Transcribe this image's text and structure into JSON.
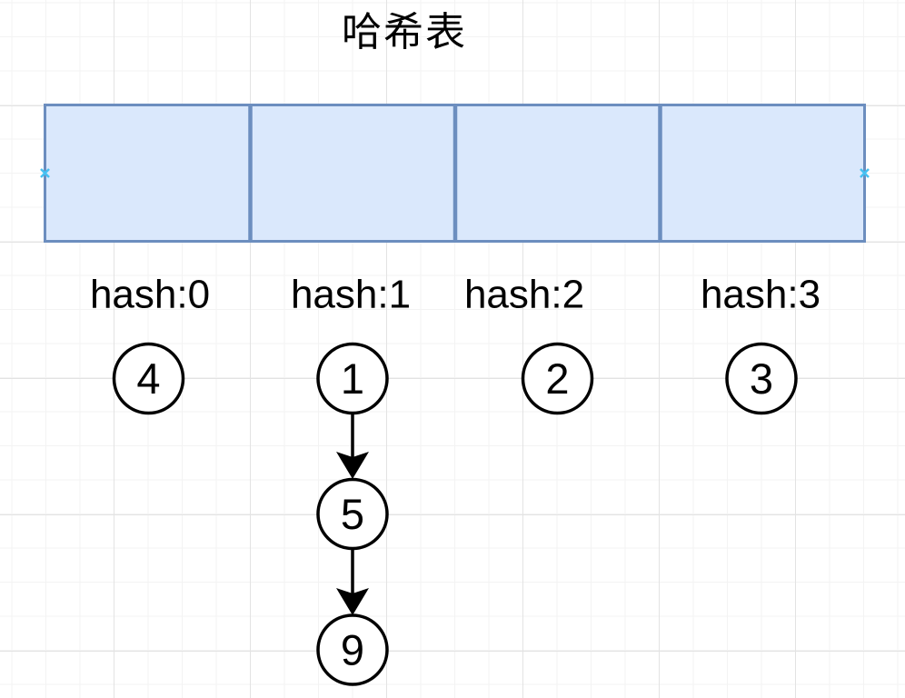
{
  "title": "哈希表",
  "colors": {
    "cell_fill": "#dae8fc",
    "cell_border": "#6c8ebf",
    "node_fill": "#ffffff",
    "node_stroke": "#000000",
    "arrow_stroke": "#000000",
    "connection_marker": "#45c1f2",
    "grid_minor": "#f3f3f3",
    "grid_major": "#e3e3e3",
    "text": "#000000"
  },
  "hash_table": {
    "bucket_count": 4,
    "buckets": [
      {
        "label": "hash:0",
        "chain": [
          "4"
        ]
      },
      {
        "label": "hash:1",
        "chain": [
          "1",
          "5",
          "9"
        ]
      },
      {
        "label": "hash:2",
        "chain": [
          "2"
        ]
      },
      {
        "label": "hash:3",
        "chain": [
          "3"
        ]
      }
    ]
  }
}
